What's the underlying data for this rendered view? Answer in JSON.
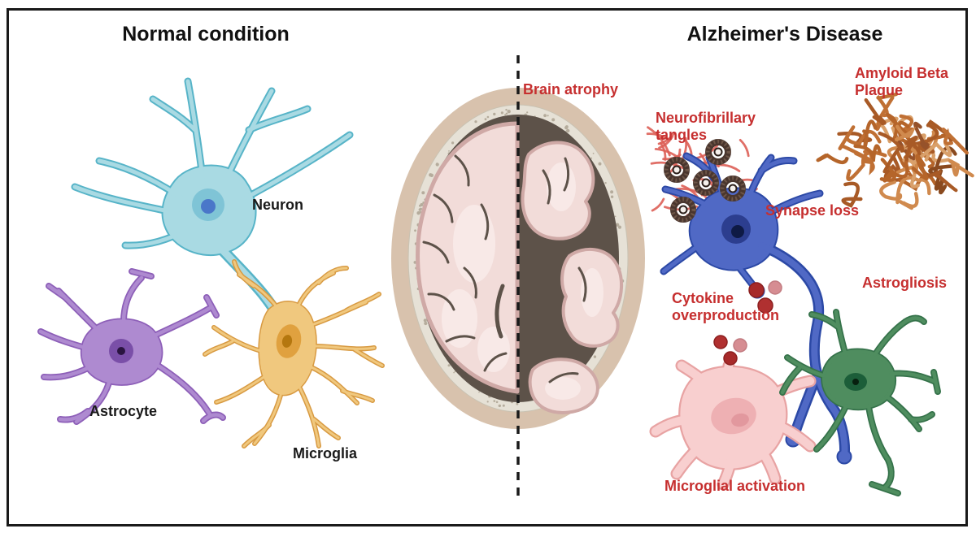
{
  "titles": {
    "normal": "Normal condition",
    "disease": "Alzheimer's Disease"
  },
  "normal_side": {
    "neuron": "Neuron",
    "astrocyte": "Astrocyte",
    "microglia": "Microglia"
  },
  "disease_side": {
    "brain_atrophy": "Brain atrophy",
    "tangles": "Neurofibrillary tangles",
    "amyloid": "Amyloid Beta Plaque",
    "synapse_loss": "Synapse loss",
    "astrogliosis": "Astrogliosis",
    "cytokine": "Cytokine overproduction",
    "microglial_activation": "Microglial activation"
  },
  "colors": {
    "label_red": "#c62f2f",
    "title_black": "#111111",
    "neuron_normal": "#a9dae3",
    "neuron_disease": "#5069c5",
    "astrocyte_normal": "#ae8ad0",
    "astrocyte_reactive": "#4f8d5f",
    "microglia_normal": "#f0c87e",
    "microglia_activated": "#f8cfcf",
    "amyloid_brown": "#a85a26",
    "tangle_fibril_red": "#dd5f57",
    "tangle_core_brown": "#4a362e",
    "cytokine_red": "#a72a2a",
    "skull_tan": "#d8c2ad",
    "brain_pink": "#f2dcd9",
    "atrophy_dark": "#5d5249"
  }
}
